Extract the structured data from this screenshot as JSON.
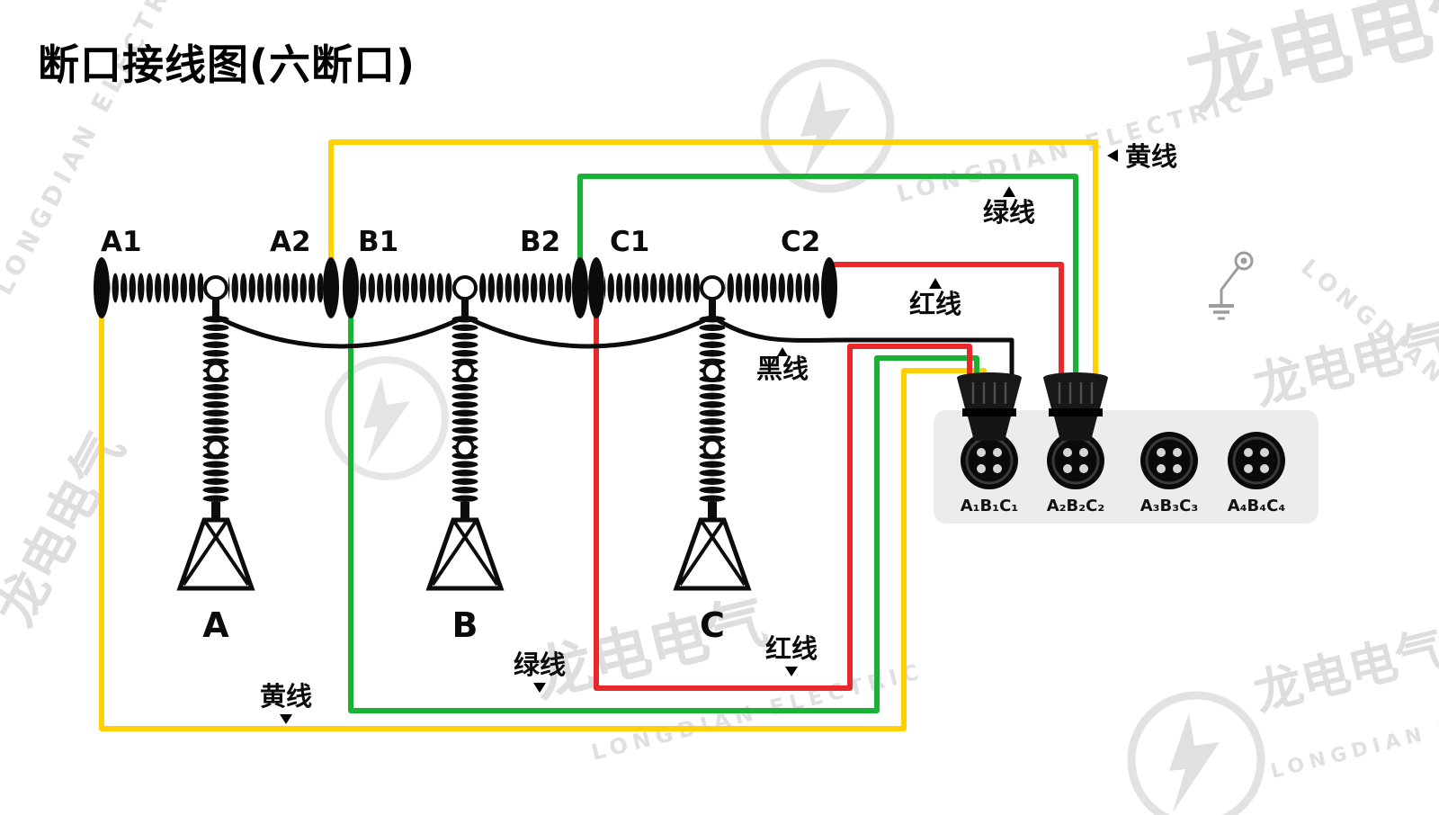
{
  "title": "断口接线图(六断口)",
  "colors": {
    "yellow": "#FFD100",
    "green": "#18B335",
    "red": "#E8282B",
    "black": "#0c0c0c",
    "panel": "#ececec",
    "watermark": "#dedede"
  },
  "breakers": [
    {
      "name": "A",
      "left_terminal": "A1",
      "right_terminal": "A2"
    },
    {
      "name": "B",
      "left_terminal": "B1",
      "right_terminal": "B2"
    },
    {
      "name": "C",
      "left_terminal": "C1",
      "right_terminal": "C2"
    }
  ],
  "wire_labels": {
    "yellow_top": "黄线",
    "green_top": "绿线",
    "red_top": "红线",
    "black_mid": "黑线",
    "red_bottom": "红线",
    "green_bottom": "绿线",
    "yellow_bottom": "黄线"
  },
  "connector_panel": {
    "sockets": [
      {
        "label": "A₁B₁C₁"
      },
      {
        "label": "A₂B₂C₂"
      },
      {
        "label": "A₃B₃C₃"
      },
      {
        "label": "A₄B₄C₄"
      }
    ]
  },
  "watermark": {
    "cn": "龙电电气",
    "en": "LONGDIAN ELECTRIC"
  }
}
